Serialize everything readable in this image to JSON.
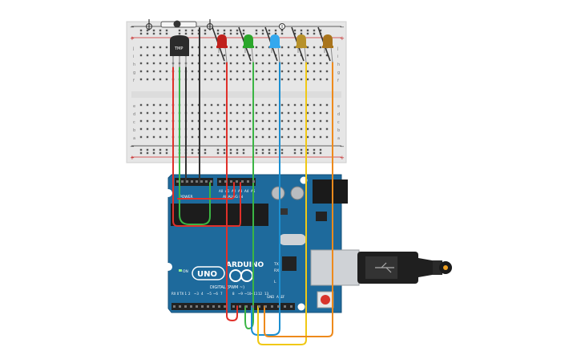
{
  "circuit": {
    "sensor_label": "TMP",
    "board_brand": "ARDUINO",
    "board_model": "UNO",
    "header_power": "POWER",
    "header_analog": "ANALOG IN",
    "header_digital": "DIGITAL (PWM ~)",
    "label_on": "ON",
    "label_tx": "TX",
    "label_rx": "RX",
    "label_l": "L",
    "label_aref": "AREF",
    "label_gnd": "GND",
    "pins_top": [
      "A0",
      "A1",
      "A2",
      "A3",
      "A4",
      "A5"
    ],
    "pins_bottom": [
      "13",
      "12",
      "~11",
      "~10",
      "~9",
      "8",
      "7",
      "~6",
      "~5",
      "4",
      "~3",
      "2",
      "TX 1",
      "RX 0"
    ],
    "rail_plus": "+",
    "rail_minus": "−",
    "row_letters_top": [
      "j",
      "i",
      "h",
      "g",
      "f"
    ],
    "row_letters_bottom": [
      "e",
      "d",
      "c",
      "b",
      "a"
    ],
    "led_colors": [
      "#c0211d",
      "#2aa62a",
      "#33a8ee",
      "#b7912a",
      "#a8741c"
    ],
    "wire_colors": {
      "red": "#e0302a",
      "green": "#3bb544",
      "black": "#333333",
      "blue": "#1b8fd1",
      "yellow": "#f0c814",
      "orange": "#ee8a1c",
      "green_loop": "#3bb544"
    }
  }
}
